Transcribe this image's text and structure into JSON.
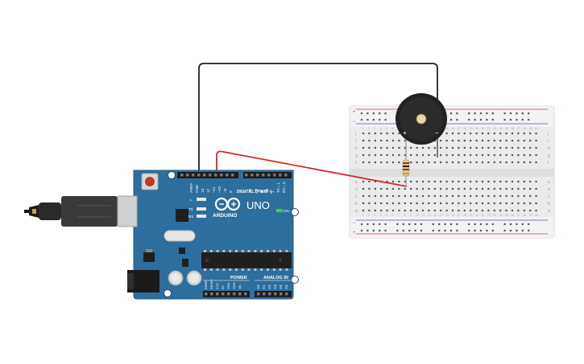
{
  "board": {
    "brand": "ARDUINO",
    "model": "UNO",
    "on_label": "ON",
    "tx_label": "TX",
    "rx_label": "RX",
    "l_label": "L",
    "digital_label": "DIGITAL (PWM~)",
    "power_label": "POWER",
    "analog_label": "ANALOG IN",
    "aref_label": "AREF",
    "gnd_label": "GND",
    "pin13": "13",
    "pin12": "12",
    "pin11": "~11",
    "pin10": "~10",
    "pin9": "~9",
    "pin8": "8",
    "pin7": "7",
    "pin6": "~6",
    "pin5": "~5",
    "pin4": "4",
    "pin3": "~3",
    "pin2": "2",
    "pin1": "TX→1",
    "pin0": "RX←0",
    "power_pins": [
      "IOREF",
      "RESET",
      "3.3V",
      "5V",
      "GND",
      "GND",
      "Vin"
    ],
    "analog_pins": [
      "A0",
      "A1",
      "A2",
      "A3",
      "A4",
      "A5"
    ]
  },
  "breadboard": {
    "top_rows": [
      "j",
      "i",
      "h",
      "g",
      "f"
    ],
    "bottom_rows": [
      "e",
      "d",
      "c",
      "b",
      "a"
    ],
    "column_numbers": [
      "1",
      "2",
      "3",
      "4",
      "5",
      "6",
      "7",
      "8",
      "9",
      "10",
      "11",
      "12",
      "13",
      "14",
      "15",
      "16",
      "17",
      "18",
      "19",
      "20",
      "21",
      "22",
      "23",
      "24",
      "25",
      "26",
      "27",
      "28",
      "29",
      "30"
    ],
    "plus": "+",
    "minus": "−"
  },
  "buzzer": {
    "plus": "+",
    "minus": "−"
  },
  "colors": {
    "board": "#2c6e9e",
    "board_edge": "#245b86",
    "wire_red": "#d42a2a",
    "wire_black": "#222222",
    "breadboard": "#ececec",
    "rail_red": "#d94040",
    "rail_blue": "#4060c0"
  }
}
